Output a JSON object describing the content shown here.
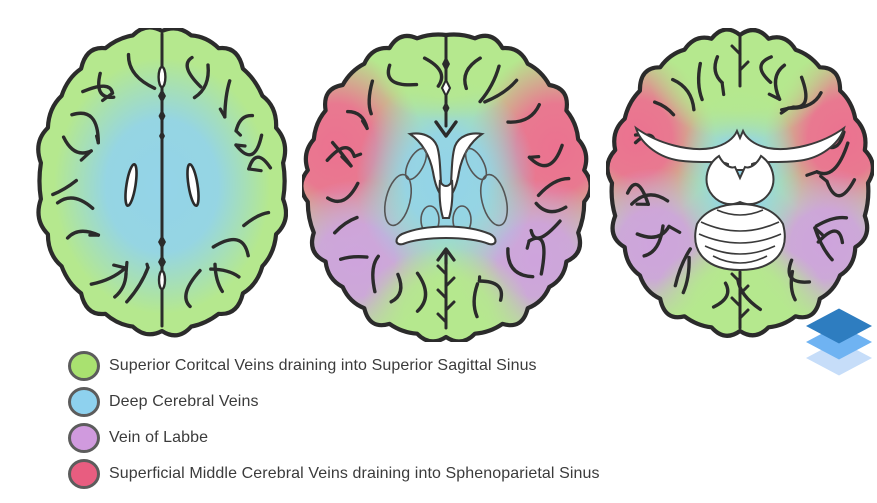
{
  "legend": {
    "items": [
      {
        "id": "superior-cortical-veins",
        "label": "Superior Coritcal Veins draining into Superior Sagittal Sinus",
        "color": "#a9e170"
      },
      {
        "id": "deep-cerebral-veins",
        "label": "Deep Cerebral Veins",
        "color": "#8ed1ee"
      },
      {
        "id": "vein-of-labbe",
        "label": "Vein of Labbe",
        "color": "#d09ade"
      },
      {
        "id": "superficial-middle-cerebral-veins",
        "label": "Superficial Middle Cerebral Veins draining into Sphenoparietal Sinus",
        "color": "#e85d80"
      }
    ],
    "swatch_border_color": "#5c5c5c",
    "text_color": "#3b3b3b"
  },
  "territory_colors": {
    "cortical_green": "#b5e88e",
    "deep_blue": "#92d3ec",
    "labbe_purple": "#cfa1e0",
    "sphenoparietal_pink": "#ee6d90",
    "outline_dark": "#2b2b2b",
    "structure_white": "#ffffff",
    "structure_line": "#3a3a3a",
    "ganglia_line": "#555555"
  },
  "layers_icon": {
    "name": "layers-icon",
    "top_color": "#2e7dc0",
    "middle_color": "#6fb3f2",
    "bottom_color": "#c6ddf9"
  }
}
